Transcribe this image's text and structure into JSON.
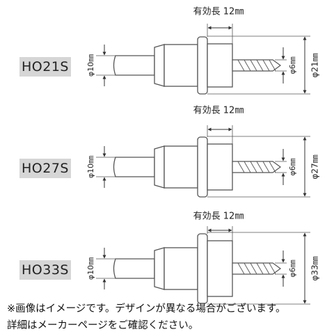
{
  "figure": {
    "stroke_color": "#555555",
    "arrow_color": "#333333",
    "label_background": "#d6d6d6",
    "units": [
      {
        "model": "HO21S",
        "effective_length_label": "有効長 12㎜",
        "shank_diameter_label": "φ10㎜",
        "drill_diameter_label": "φ6㎜",
        "cutter_diameter_label": "φ21㎜"
      },
      {
        "model": "HO27S",
        "effective_length_label": "有効長 12㎜",
        "shank_diameter_label": "φ10㎜",
        "drill_diameter_label": "φ6㎜",
        "cutter_diameter_label": "φ27㎜"
      },
      {
        "model": "HO33S",
        "effective_length_label": "有効長 12㎜",
        "shank_diameter_label": "φ10㎜",
        "drill_diameter_label": "φ6㎜",
        "cutter_diameter_label": "φ33㎜"
      }
    ]
  },
  "notes": {
    "line1": "※画像はイメージです。デザインが異なる場合がございます。",
    "line2": "詳細はメーカーページをご確認ください。"
  }
}
